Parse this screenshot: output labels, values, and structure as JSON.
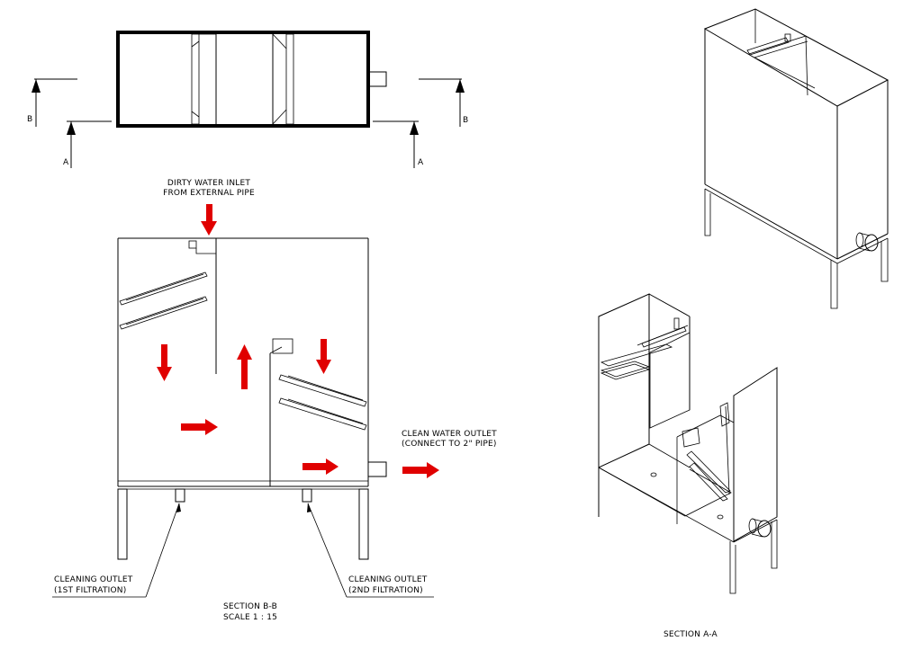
{
  "section_markers": {
    "b_left": "B",
    "a_left": "A",
    "b_right": "B",
    "a_right": "A"
  },
  "labels": {
    "inlet_line1": "DIRTY WATER INLET",
    "inlet_line2": "FROM EXTERNAL PIPE",
    "outlet_line1": "CLEAN WATER OUTLET",
    "outlet_line2": "(CONNECT TO 2\" PIPE)",
    "cleaning1_line1": "CLEANING OUTLET",
    "cleaning1_line2": "(1ST FILTRATION)",
    "cleaning2_line1": "CLEANING OUTLET",
    "cleaning2_line2": "(2ND FILTRATION)",
    "section_bb": "SECTION B-B",
    "scale": "SCALE 1 : 15",
    "section_aa": "SECTION A-A"
  },
  "colors": {
    "flow_arrow": "#e00000",
    "line": "#000000",
    "background": "#ffffff"
  },
  "icons": {
    "flow": "flow-arrow-icon",
    "section_marker": "section-arrow-icon"
  }
}
